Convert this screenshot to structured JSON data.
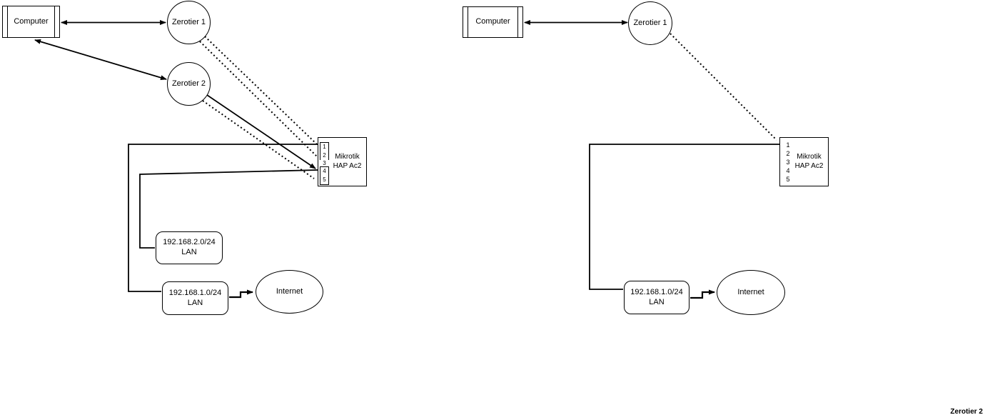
{
  "caption": "Zerotier 2",
  "colors": {
    "stroke": "#000000",
    "background": "#ffffff",
    "text": "#000000"
  },
  "left": {
    "computer": "Computer",
    "zerotier1": "Zerotier 1",
    "zerotier2": "Zerotier 2",
    "router": {
      "line1": "Mikrotik",
      "line2": "HAP Ac2",
      "ports": [
        "1",
        "2",
        "3",
        "4",
        "5"
      ]
    },
    "lan2": {
      "line1": "192.168.2.0/24",
      "line2": "LAN"
    },
    "lan1": {
      "line1": "192.168.1.0/24",
      "line2": "LAN"
    },
    "internet": "Internet"
  },
  "right": {
    "computer": "Computer",
    "zerotier1": "Zerotier 1",
    "router": {
      "line1": "Mikrotik",
      "line2": "HAP Ac2",
      "ports": [
        "1",
        "2",
        "3",
        "4",
        "5"
      ]
    },
    "lan1": {
      "line1": "192.168.1.0/24",
      "line2": "LAN"
    },
    "internet": "Internet"
  }
}
